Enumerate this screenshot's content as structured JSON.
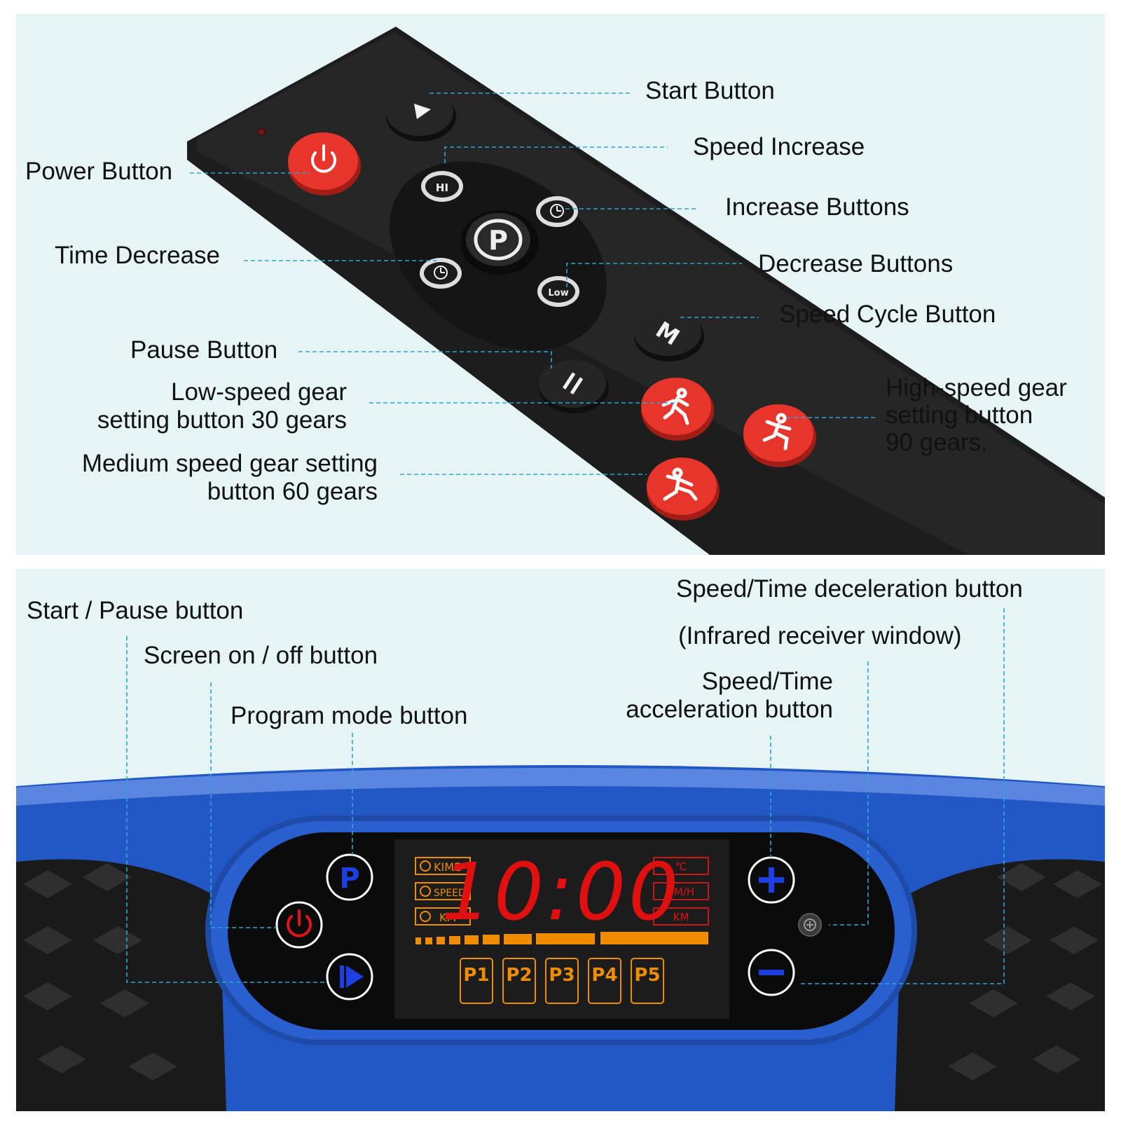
{
  "remote": {
    "labels": {
      "start": "Start Button",
      "speed_increase": "Speed Increase",
      "power": "Power Button",
      "increase_buttons": "Increase Buttons",
      "time_decrease": "Time Decrease",
      "decrease_buttons": "Decrease Buttons",
      "speed_cycle": "Speed Cycle Button",
      "pause": "Pause Button",
      "low_gear_1": "Low-speed gear",
      "low_gear_2": "setting button 30 gears",
      "medium_gear_1": "Medium speed gear setting",
      "medium_gear_2": "button 60 gears",
      "high_gear_1": "High-speed gear",
      "high_gear_2": "setting button",
      "high_gear_3": "90 gears."
    },
    "button_text": {
      "hi": "HI",
      "low": "Low",
      "program": "P",
      "mode": "M",
      "pause": "II"
    }
  },
  "console": {
    "labels": {
      "start_pause": "Start / Pause button",
      "screen_onoff": "Screen on / off button",
      "program_mode": "Program mode button",
      "decel": "Speed/Time deceleration button",
      "infrared": "(Infrared receiver window)",
      "accel_1": "Speed/Time",
      "accel_2": "acceleration button"
    },
    "display": {
      "time": "10:00",
      "left_indicators": [
        "KIME",
        "SPEED",
        "KM"
      ],
      "right_indicators": [
        "℃",
        "PM/H",
        "KM"
      ],
      "programs": [
        "P1",
        "P2",
        "P3",
        "P4",
        "P5"
      ]
    },
    "button_text": {
      "program": "P",
      "plus": "+",
      "minus": "−"
    }
  },
  "colors": {
    "background": "#e6f4f5",
    "leader_line": "#2aa7d2",
    "remote_body": "#1c1c1c",
    "red_button": "#e8342a",
    "console_blue": "#2258c8",
    "lcd_red": "#e01010",
    "lcd_orange": "#f08c00"
  }
}
